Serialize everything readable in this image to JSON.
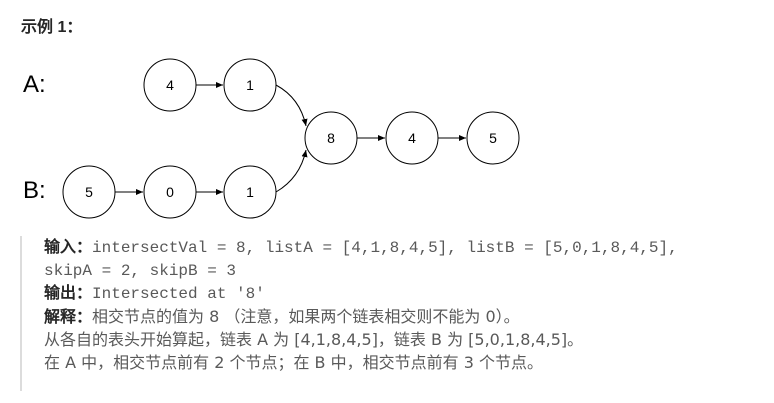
{
  "example_title": "示例 1：",
  "diagram": {
    "label_a": "A:",
    "label_b": "B:",
    "list_a_nodes": [
      "4",
      "1"
    ],
    "list_b_nodes": [
      "5",
      "0",
      "1"
    ],
    "shared_nodes": [
      "8",
      "4",
      "5"
    ]
  },
  "explanation": {
    "input_label": "输入：",
    "input_line1": "intersectVal = 8, listA = [4,1,8,4,5], listB = [5,0,1,8,4,5],",
    "input_line2": "skipA = 2, skipB = 3",
    "output_label": "输出：",
    "output_value": "Intersected at '8'",
    "explain_label": "解释：",
    "explain_line1": "相交节点的值为 8 （注意，如果两个链表相交则不能为 0）。",
    "explain_line2": "从各自的表头开始算起，链表 A 为 [4,1,8,4,5]，链表 B 为 [5,0,1,8,4,5]。",
    "explain_line3": "在 A 中，相交节点前有 2 个节点；在 B 中，相交节点前有 3 个节点。"
  }
}
